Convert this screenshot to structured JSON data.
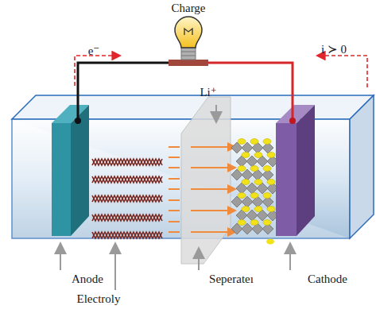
{
  "diagram": {
    "labels": [
      "Charge",
      "e⁻",
      "i ≻ 0",
      "Li⁺",
      "Anode",
      "Electroly",
      "Seperateı",
      "Cathode"
    ]
  }
}
